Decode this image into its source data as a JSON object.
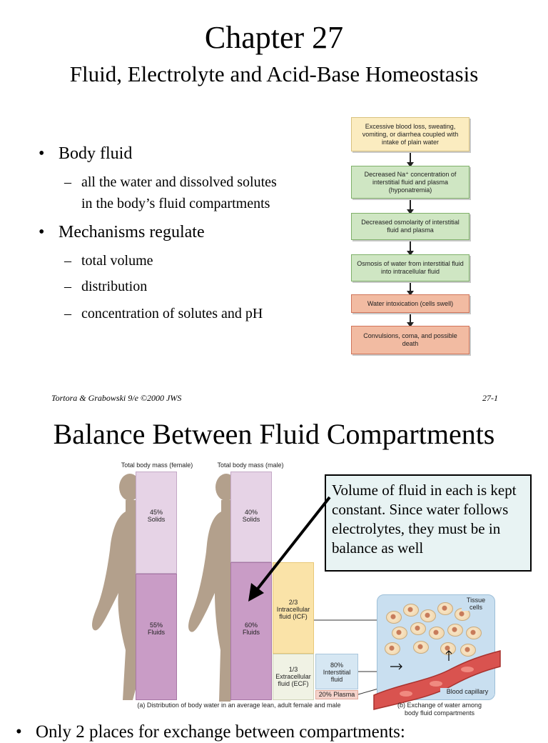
{
  "slide1": {
    "title": "Chapter 27",
    "subtitle": "Fluid, Electrolyte and Acid-Base Homeostasis",
    "bullets": [
      {
        "text": "Body fluid",
        "subs": [
          "all the water and dissolved solutes",
          "in the body’s fluid compartments"
        ]
      },
      {
        "text": "Mechanisms regulate",
        "subs": [
          "total volume",
          "distribution",
          "concentration of solutes and pH"
        ]
      }
    ],
    "flowchart": [
      {
        "text": "Excessive blood loss, sweating, vomiting, or diarrhea coupled with intake of plain water",
        "color": "#fbecc0"
      },
      {
        "text": "Decreased Na⁺ concentration of interstitial fluid and plasma (hyponatremia)",
        "color": "#cfe6c3"
      },
      {
        "text": "Decreased osmolarity of interstitial fluid and plasma",
        "color": "#cfe6c3"
      },
      {
        "text": "Osmosis of water from interstitial fluid into intracellular fluid",
        "color": "#cfe6c3"
      },
      {
        "text": "Water intoxication (cells swell)",
        "color": "#f2bba2"
      },
      {
        "text": "Convulsions, coma, and possible death",
        "color": "#f2bba2"
      }
    ],
    "footer_left": "Tortora & Grabowski 9/e ©2000 JWS",
    "footer_right": "27-1"
  },
  "slide2": {
    "title": "Balance Between Fluid Compartments",
    "female": {
      "label": "Total body mass (female)",
      "solids_pct": "45%",
      "solids_label": "Solids",
      "fluids_pct": "55%",
      "fluids_label": "Fluids"
    },
    "male": {
      "label": "Total body mass (male)",
      "solids_pct": "40%",
      "solids_label": "Solids",
      "fluids_pct": "60%",
      "fluids_label": "Fluids"
    },
    "icf": {
      "fraction": "2/3",
      "line1": "Intracellular",
      "line2": "fluid (ICF)"
    },
    "ecf": {
      "fraction": "1/3",
      "line1": "Extracellular",
      "line2": "fluid (ECF)"
    },
    "interstitial": {
      "pct": "80%",
      "line1": "Interstitial",
      "line2": "fluid"
    },
    "plasma": "20% Plasma",
    "tissue_cells": "Tissue cells",
    "blood_capillary": "Blood capillary",
    "caption_a": "(a) Distribution of body water in an average lean, adult female and male",
    "caption_b_line1": "(b) Exchange of water among",
    "caption_b_line2": "body fluid compartments",
    "callout": "Volume of fluid in each is kept constant. Since water follows electrolytes, they must be in balance as well",
    "bottom_bullet": "Only 2 places for exchange between compartments:"
  }
}
